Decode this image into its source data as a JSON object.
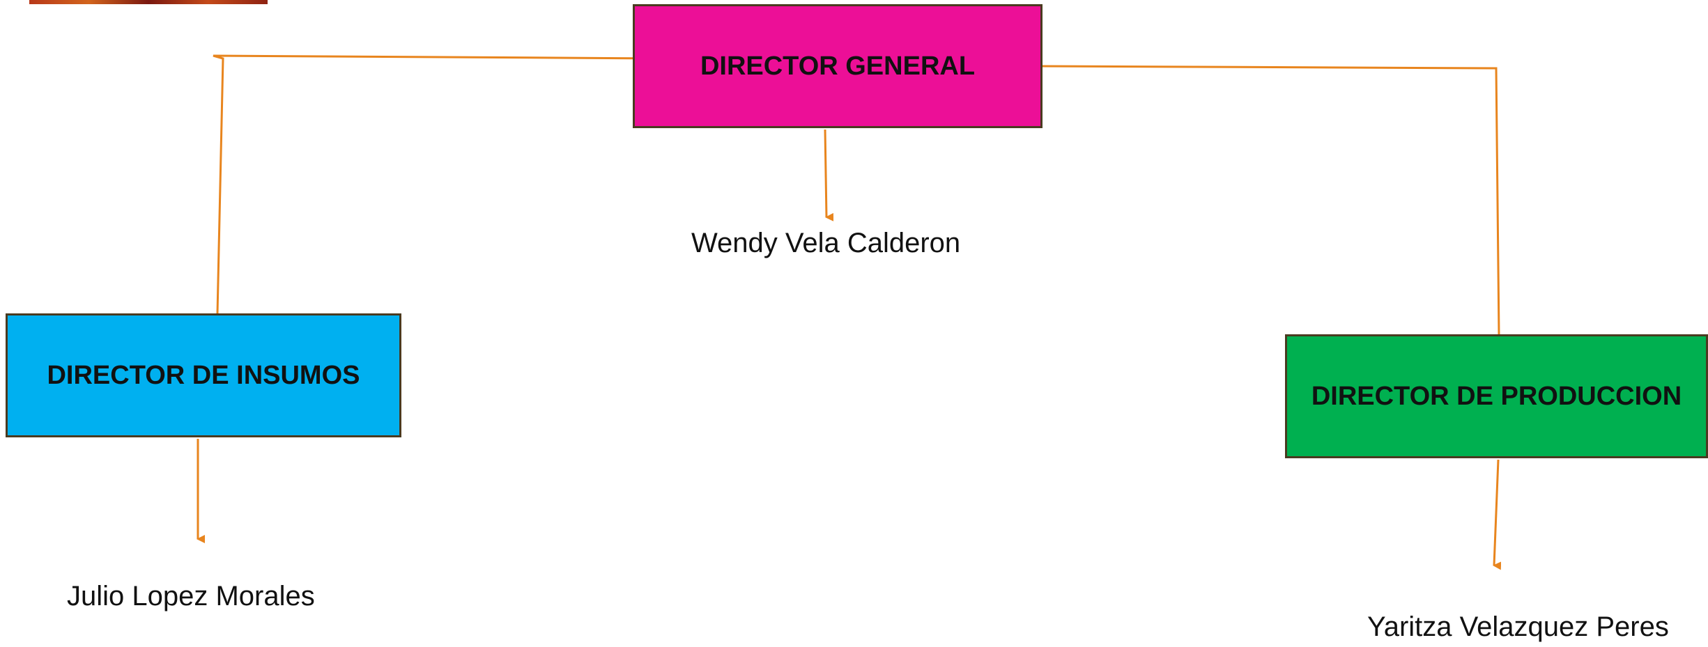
{
  "colors": {
    "general_fill": "#ec0f97",
    "insumos_fill": "#00b0f0",
    "produccion_fill": "#00b050",
    "connector": "#e8851e",
    "box_border": "#4a3a20"
  },
  "nodes": {
    "general": {
      "title": "DIRECTOR GENERAL",
      "person": "Wendy Vela Calderon"
    },
    "insumos": {
      "title": "DIRECTOR DE INSUMOS",
      "person": "Julio Lopez Morales"
    },
    "produccion": {
      "title": "DIRECTOR DE PRODUCCION",
      "person": "Yaritza Velazquez Peres"
    }
  }
}
